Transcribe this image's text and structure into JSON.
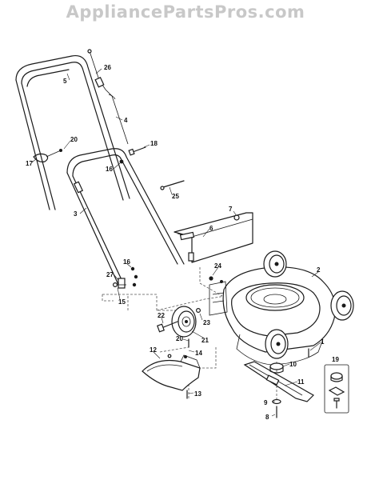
{
  "watermark": "AppliancePartsPros.com",
  "callouts": [
    {
      "id": "c1",
      "label": "1"
    },
    {
      "id": "c2",
      "label": "2"
    },
    {
      "id": "c3",
      "label": "3"
    },
    {
      "id": "c4",
      "label": "4"
    },
    {
      "id": "c5",
      "label": "5"
    },
    {
      "id": "c6",
      "label": "6"
    },
    {
      "id": "c7",
      "label": "7"
    },
    {
      "id": "c8",
      "label": "8"
    },
    {
      "id": "c9",
      "label": "9"
    },
    {
      "id": "c10",
      "label": "10"
    },
    {
      "id": "c11",
      "label": "11"
    },
    {
      "id": "c12",
      "label": "12"
    },
    {
      "id": "c13",
      "label": "13"
    },
    {
      "id": "c14",
      "label": "14"
    },
    {
      "id": "c15",
      "label": "15"
    },
    {
      "id": "c16a",
      "label": "16"
    },
    {
      "id": "c16b",
      "label": "16"
    },
    {
      "id": "c17",
      "label": "17"
    },
    {
      "id": "c18",
      "label": "18"
    },
    {
      "id": "c19",
      "label": "19"
    },
    {
      "id": "c20a",
      "label": "20"
    },
    {
      "id": "c20b",
      "label": "20"
    },
    {
      "id": "c21",
      "label": "21"
    },
    {
      "id": "c22",
      "label": "22"
    },
    {
      "id": "c23",
      "label": "23"
    },
    {
      "id": "c24",
      "label": "24"
    },
    {
      "id": "c25",
      "label": "25"
    },
    {
      "id": "c26",
      "label": "26"
    },
    {
      "id": "c27",
      "label": "27"
    }
  ]
}
